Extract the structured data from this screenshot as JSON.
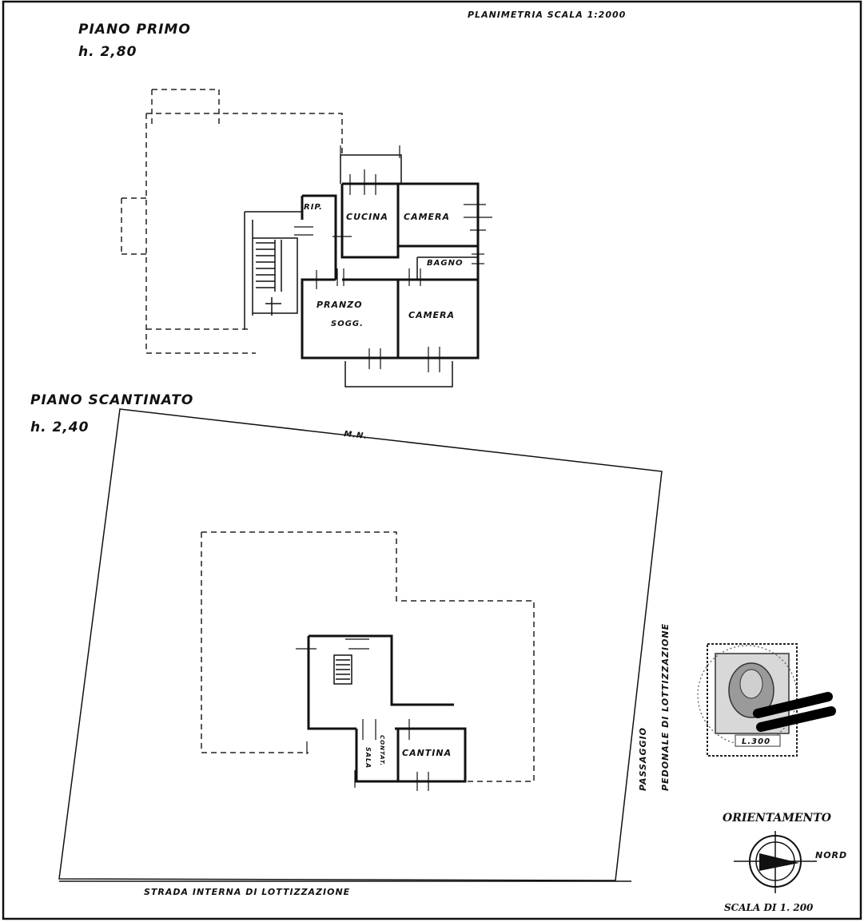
{
  "header": {
    "scale_top": "PLANIMETRIA SCALA 1:2000"
  },
  "floor_first": {
    "title": "PIANO PRIMO",
    "height": "h. 2,80",
    "rooms": {
      "rip": "RIP.",
      "cucina": "CUCINA",
      "camera_1": "CAMERA",
      "bagno": "BAGNO",
      "pranzo_line1": "PRANZO",
      "pranzo_line2": "SOGG.",
      "camera_2": "CAMERA"
    }
  },
  "floor_basement": {
    "title": "PIANO SCANTINATO",
    "height": "h. 2,40",
    "rooms": {
      "sala_contatori_line1": "SALA",
      "sala_contatori_line2": "CONTAT.",
      "cantina": "CANTINA"
    }
  },
  "site": {
    "north_label": "M.N.",
    "road_label": "STRADA INTERNA DI LOTTIZZAZIONE",
    "passage_line1": "PASSAGGIO",
    "passage_line2": "PEDONALE DI LOTTIZZAZIONE"
  },
  "stamp": {
    "value": "L.300"
  },
  "legend": {
    "orientation_title": "ORIENTAMENTO",
    "north_text": "NORD",
    "scale_text": "SCALA DI 1. 200"
  }
}
